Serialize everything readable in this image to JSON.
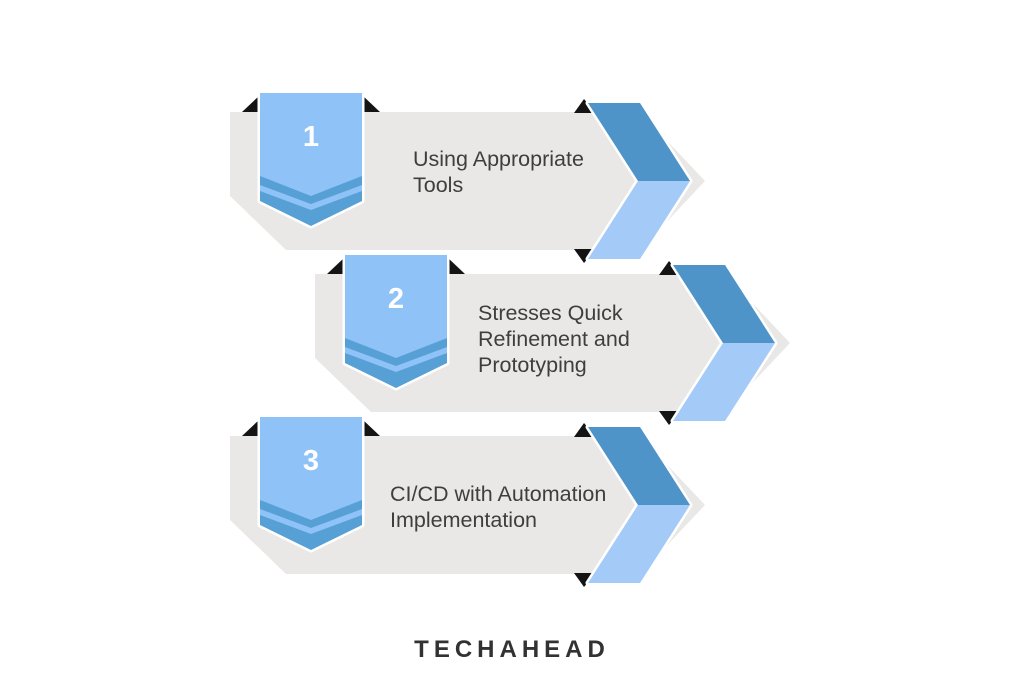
{
  "steps": [
    {
      "number": "1",
      "label": "Using Appropriate\nTools"
    },
    {
      "number": "2",
      "label": "Stresses Quick\nRefinement and\nPrototyping"
    },
    {
      "number": "3",
      "label": "CI/CD with Automation\nImplementation"
    }
  ],
  "footer": {
    "logo": "TECHAHEAD"
  },
  "colors": {
    "background": "#ffffff",
    "banner_gray": "#e9e8e6",
    "ribbon_light": "#8fc2f7",
    "ribbon_dark": "#56a0d5",
    "arrow_dark": "#4f94c9",
    "arrow_light": "#a4caf7",
    "corner_black": "#141414",
    "number_white": "#ffffff",
    "text_dark": "#3e3e3e",
    "logo_color": "#323232"
  }
}
